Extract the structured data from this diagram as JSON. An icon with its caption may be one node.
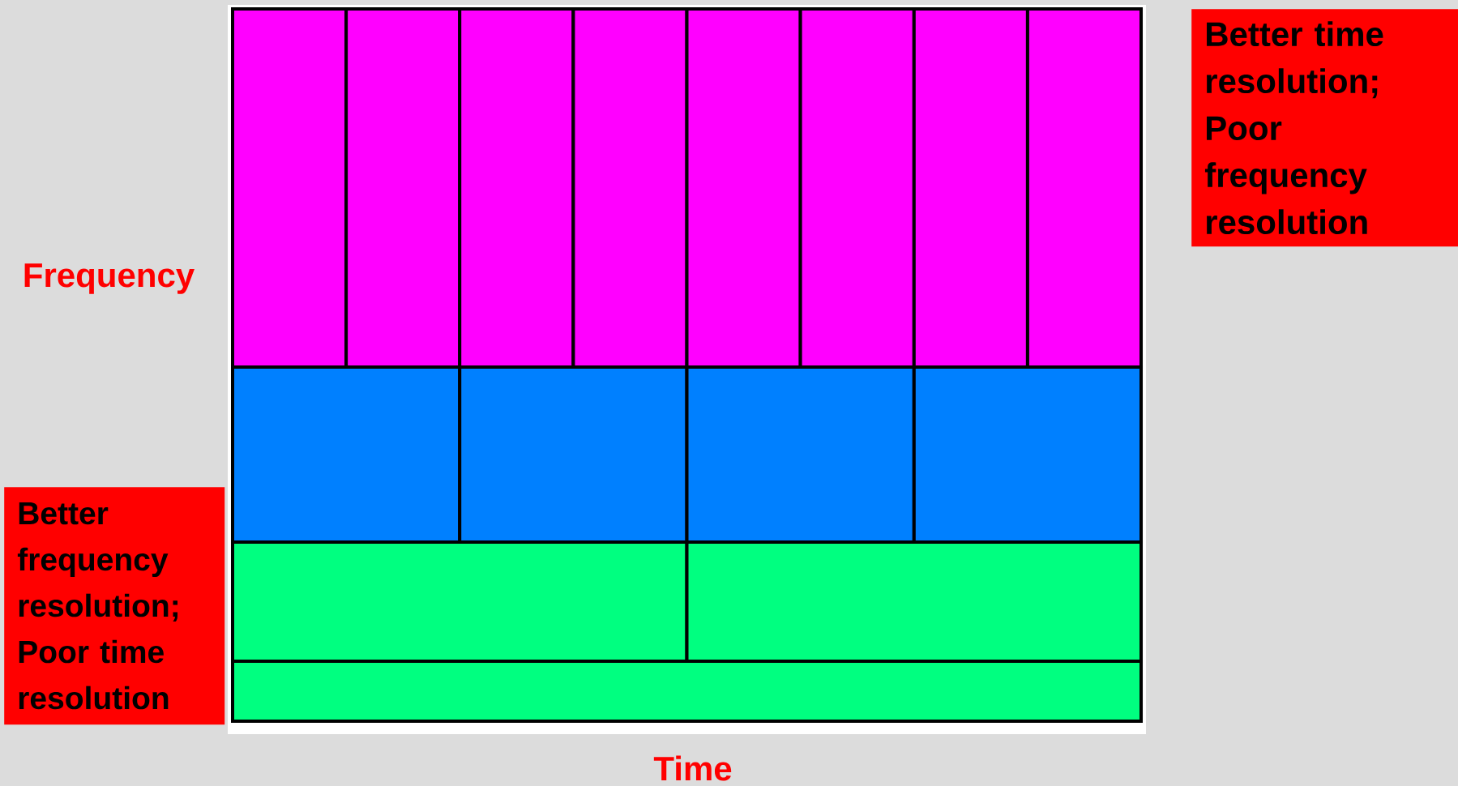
{
  "diagram": {
    "nodes": [
      {
        "text": [
          "Better time resolution; Poor frequency resolution"
        ]
      },
      {
        "text": [
          "Better frequency resolution; Poor time resolution"
        ]
      }
    ],
    "labels": [
      "Frequency",
      "Time"
    ]
  }
}
